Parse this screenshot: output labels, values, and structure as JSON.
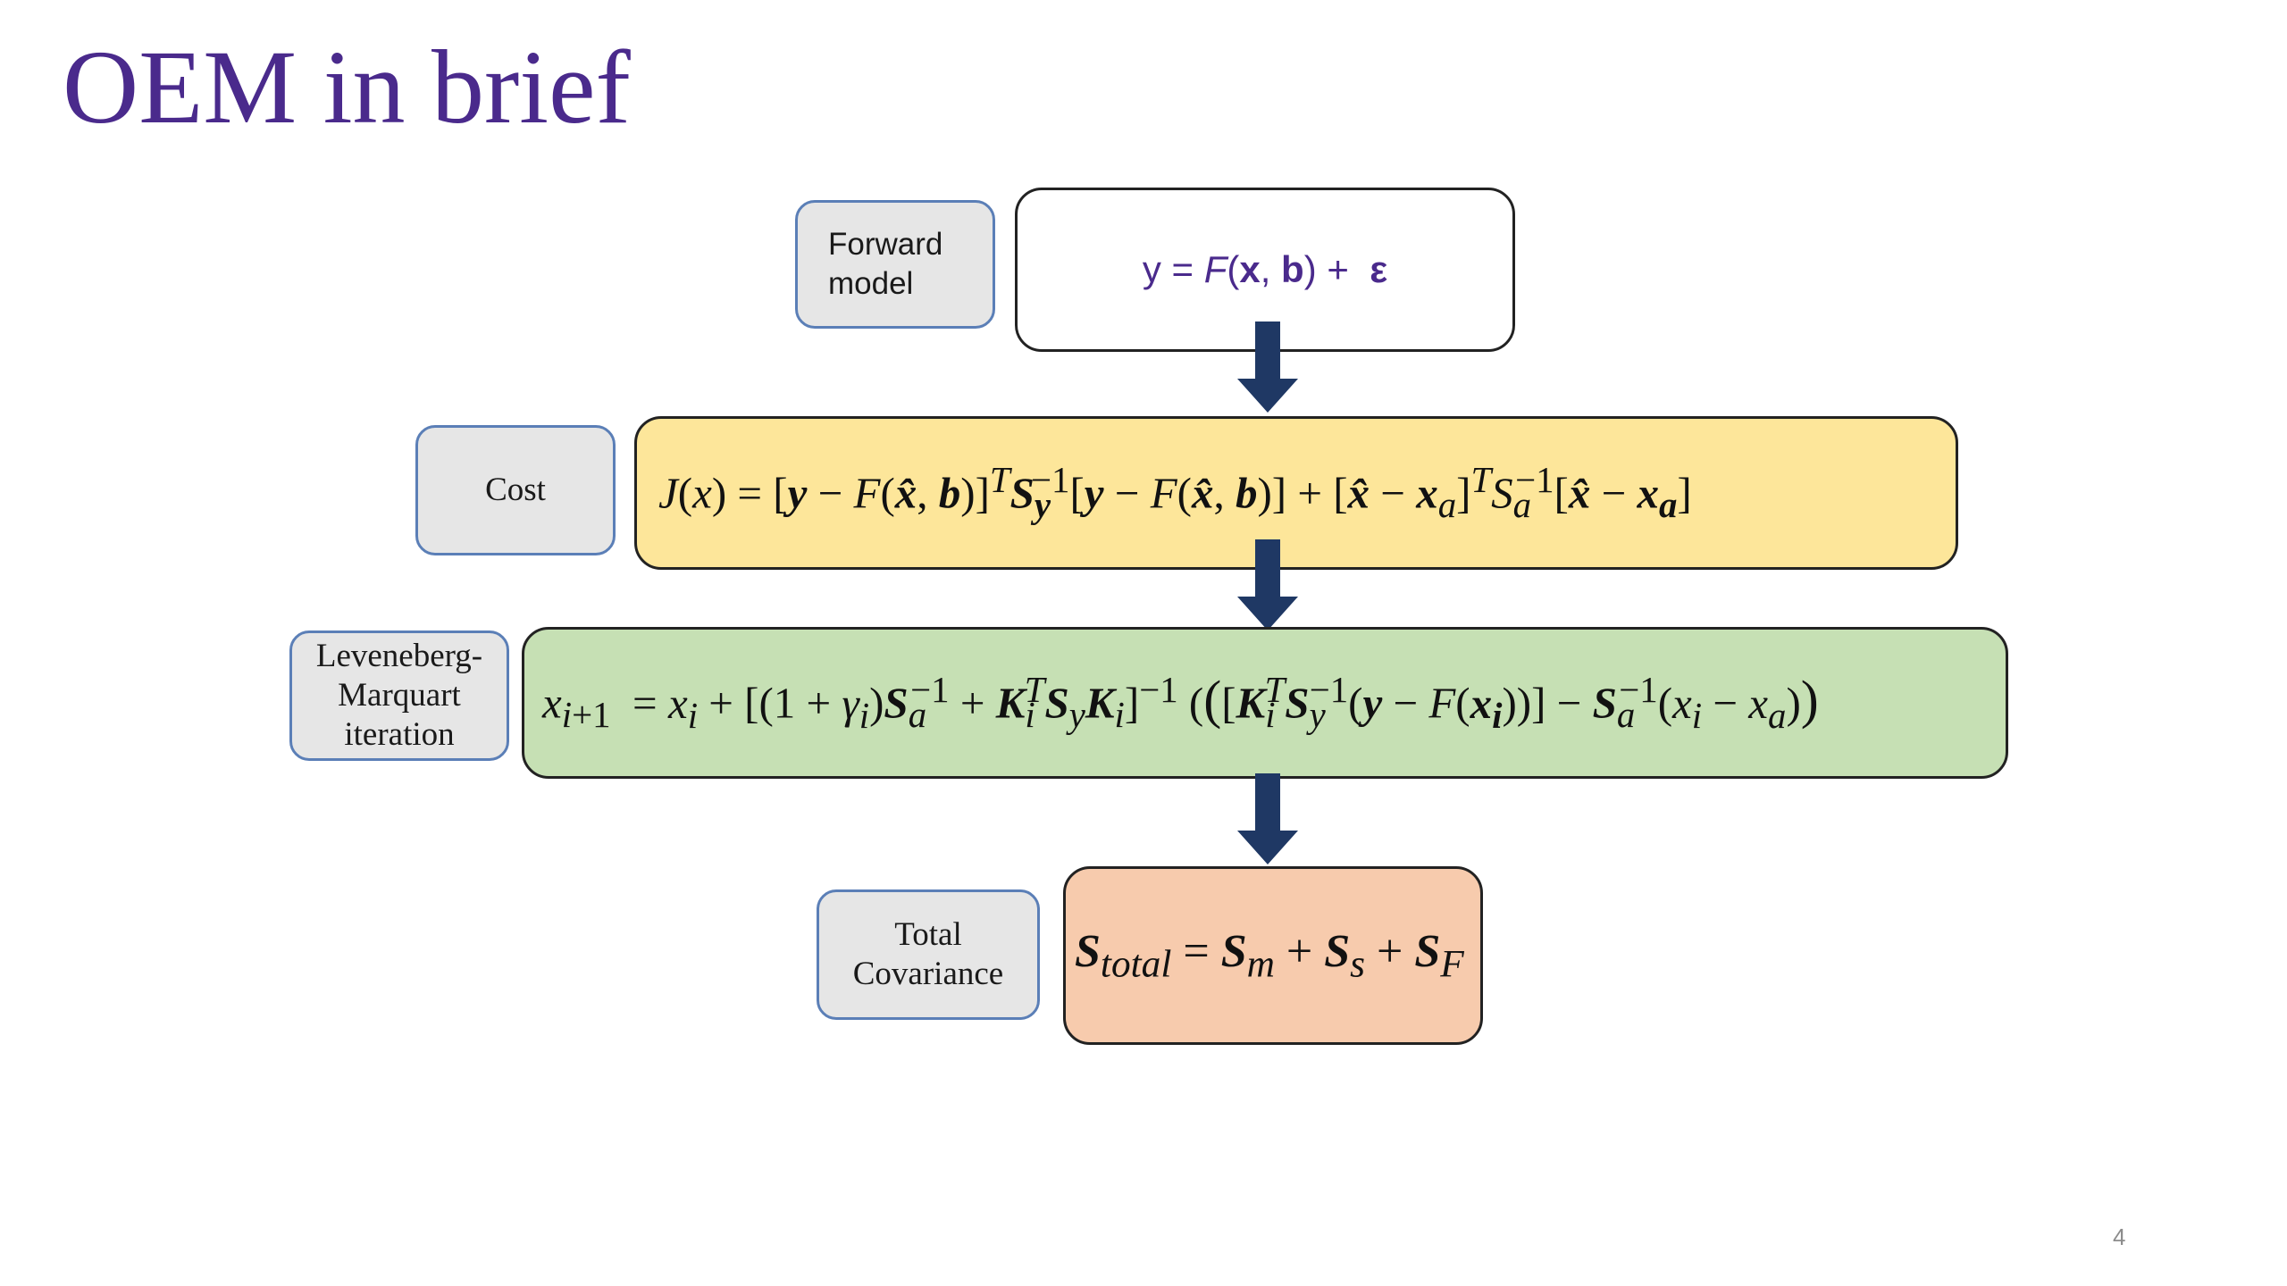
{
  "slide": {
    "title": "OEM in brief",
    "page_number": "4"
  },
  "diagram": {
    "steps": [
      {
        "label": "Forward\nmodel",
        "equation": "y = F(x, b) +  ε",
        "fill": "#ffffff"
      },
      {
        "label": "Cost",
        "equation": "J(x) = [y − F(x̂, b)]ᵀ S_y⁻¹ [y − F(x̂, b)] + [x̂ − x_a]ᵀ S_a⁻¹ [x̂ − x_a]",
        "fill": "#fde69a"
      },
      {
        "label": "Leveneberg-\nMarquart\niteration",
        "equation": "x_{i+1} = x_i + [(1 + γ_i) S_a⁻¹ + K_iᵀ S_y K_i]⁻¹ ([K_iᵀ S_y⁻¹ (y − F(x_i))] − S_a⁻¹ (x_i − x_a))",
        "fill": "#c6e0b4"
      },
      {
        "label": "Total\nCovariance",
        "equation": "S_total = S_m + S_s + S_F",
        "fill": "#f7cbad"
      }
    ],
    "colors": {
      "arrow": "#1f3864",
      "label_fill": "#e6e6e6",
      "label_border": "#5b7fb7",
      "title": "#4a2a8c"
    }
  }
}
